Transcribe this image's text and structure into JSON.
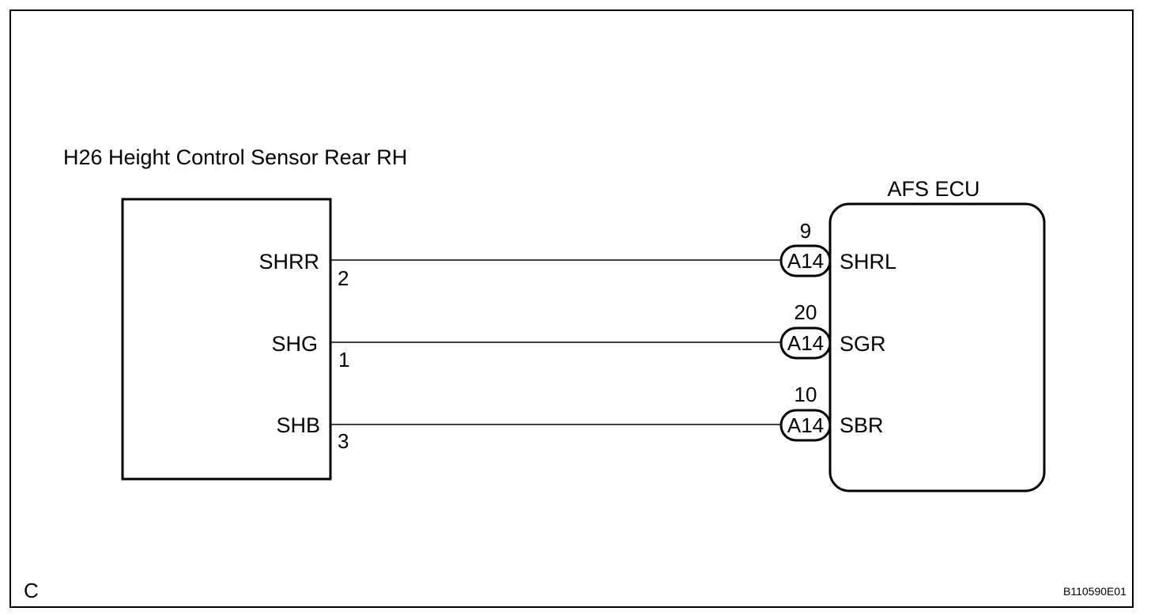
{
  "sensor": {
    "label": "H26 Height Control Sensor Rear RH"
  },
  "ecu": {
    "label": "AFS ECU"
  },
  "wires": [
    {
      "sensor_terminal": "SHRR",
      "sensor_pin": "2",
      "connector": "A14",
      "ecu_pin": "9",
      "ecu_terminal": "SHRL"
    },
    {
      "sensor_terminal": "SHG",
      "sensor_pin": "1",
      "connector": "A14",
      "ecu_pin": "20",
      "ecu_terminal": "SGR"
    },
    {
      "sensor_terminal": "SHB",
      "sensor_pin": "3",
      "connector": "A14",
      "ecu_pin": "10",
      "ecu_terminal": "SBR"
    }
  ],
  "corner_letter": "C",
  "figure_code": "B110590E01",
  "colors": {
    "line": "#000000",
    "background": "#ffffff"
  }
}
